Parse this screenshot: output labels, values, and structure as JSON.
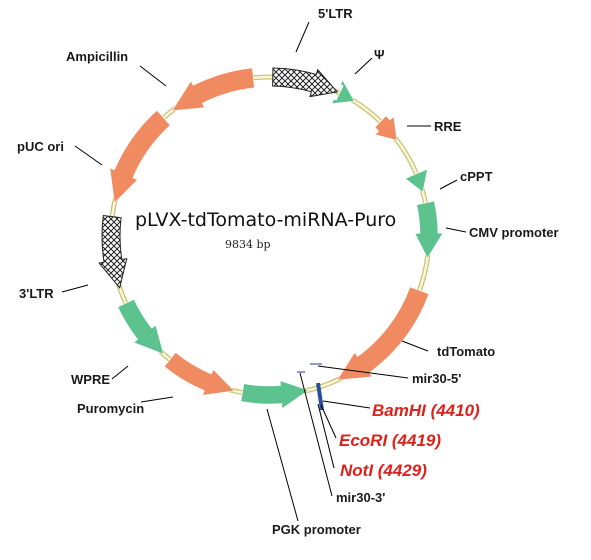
{
  "plasmid": {
    "name": "pLVX-tdTomato-miRNA-Puro",
    "size": "9834 bp"
  },
  "labels": {
    "ltr5": "5'LTR",
    "psi": "Ψ",
    "rre": "RRE",
    "cppt": "cPPT",
    "cmv": "CMV promoter",
    "tdtomato": "tdTomato",
    "mir30_5": "mir30-5'",
    "mir30_3": "mir30-3'",
    "pgk": "PGK promoter",
    "puromycin": "Puromycin",
    "wpre": "WPRE",
    "ltr3": "3'LTR",
    "puc": "pUC ori",
    "amp": "Ampicillin"
  },
  "sites": {
    "bamhi": "BamHI (4410)",
    "ecori": "EcoRI (4419)",
    "noti": "NotI (4429)"
  },
  "colors": {
    "orange": "#f08a60",
    "teal": "#5cc38e",
    "site_red": "#e0201b",
    "ring": "#c9c27a"
  },
  "features": [
    {
      "name": "5'LTR",
      "direction": "cw",
      "style": "hatch"
    },
    {
      "name": "Ψ",
      "direction": "cw",
      "style": "teal"
    },
    {
      "name": "RRE",
      "direction": "cw",
      "style": "orange"
    },
    {
      "name": "cPPT",
      "direction": "cw",
      "style": "teal"
    },
    {
      "name": "CMV promoter",
      "direction": "cw",
      "style": "teal"
    },
    {
      "name": "tdTomato",
      "direction": "cw",
      "style": "orange"
    },
    {
      "name": "PGK promoter",
      "direction": "ccw",
      "style": "teal"
    },
    {
      "name": "Puromycin",
      "direction": "ccw",
      "style": "orange"
    },
    {
      "name": "WPRE",
      "direction": "ccw",
      "style": "teal"
    },
    {
      "name": "3'LTR",
      "direction": "ccw",
      "style": "hatch"
    },
    {
      "name": "pUC ori",
      "direction": "ccw",
      "style": "orange"
    },
    {
      "name": "Ampicillin",
      "direction": "ccw",
      "style": "orange"
    }
  ]
}
